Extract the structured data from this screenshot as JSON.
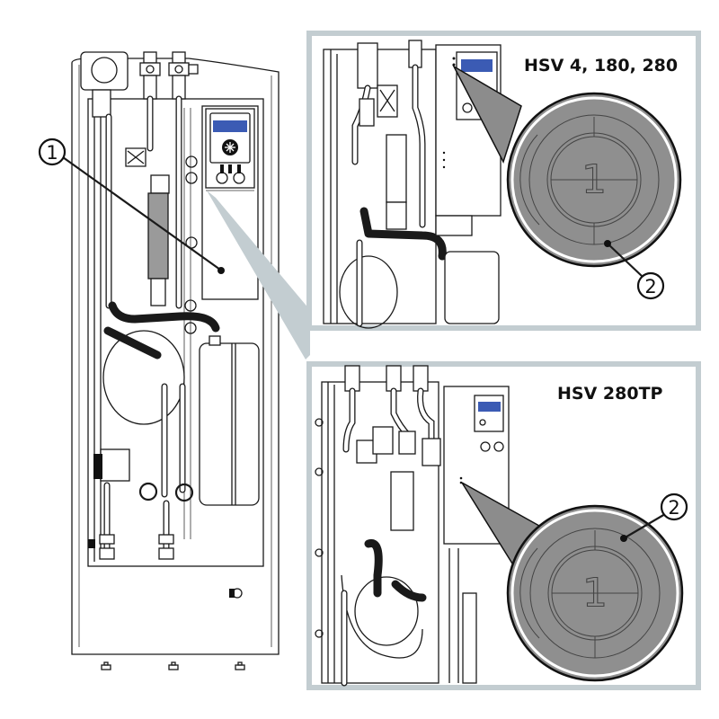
{
  "figure": {
    "type": "technical installation diagram",
    "subject": "heat pump indoor unit, front cover removed"
  },
  "main_view": {
    "callouts": [
      {
        "number": "1",
        "target": "control / electrical box cover"
      }
    ]
  },
  "detail_panels": [
    {
      "id": "top",
      "title": "HSV 4, 180, 280",
      "badge_label": "1",
      "callouts": [
        {
          "number": "2",
          "target": "badge outer edge"
        }
      ]
    },
    {
      "id": "bottom",
      "title": "HSV 280TP",
      "badge_label": "1",
      "callouts": [
        {
          "number": "2",
          "target": "badge outer edge"
        }
      ]
    }
  ],
  "colors": {
    "display_blue": "#3b5bb4",
    "panel_frame": "#c3cdd1",
    "badge_grey": "#8f8f8f",
    "line": "#1a1a1a"
  }
}
